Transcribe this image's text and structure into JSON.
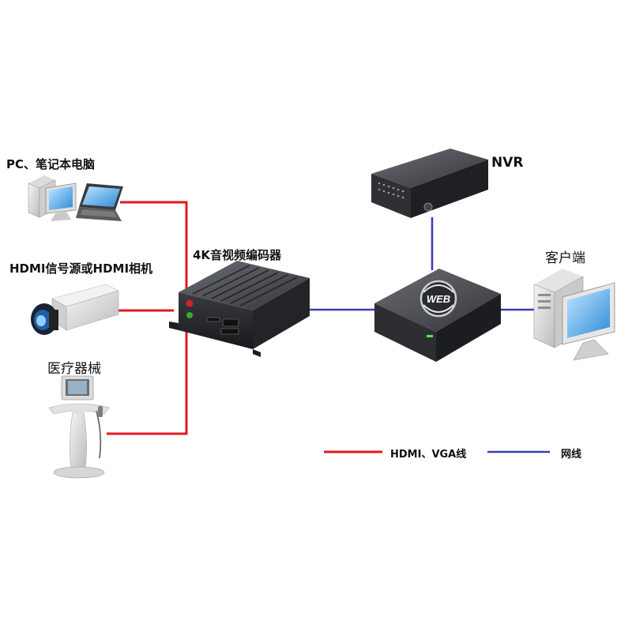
{
  "labels": {
    "pc": "PC、笔记本电脑",
    "hdmi_source": "HDMI信号源或HDMI相机",
    "medical": "医疗器械",
    "encoder": "4K音视频编码器",
    "nvr": "NVR",
    "client": "客户端",
    "web_badge": "WEB"
  },
  "legend": {
    "hdmi_vga": "HDMI、VGA线",
    "network": "网线"
  },
  "colors": {
    "hdmi_line": "#e0191f",
    "network_line": "#3b3bb8",
    "device_dark": "#2b2d31",
    "device_mid": "#55585e"
  },
  "icons": [
    "pc-laptop-icon",
    "camera-icon",
    "medical-device-icon",
    "encoder-box-icon",
    "nvr-recorder-icon",
    "web-server-icon",
    "client-pc-icon"
  ]
}
